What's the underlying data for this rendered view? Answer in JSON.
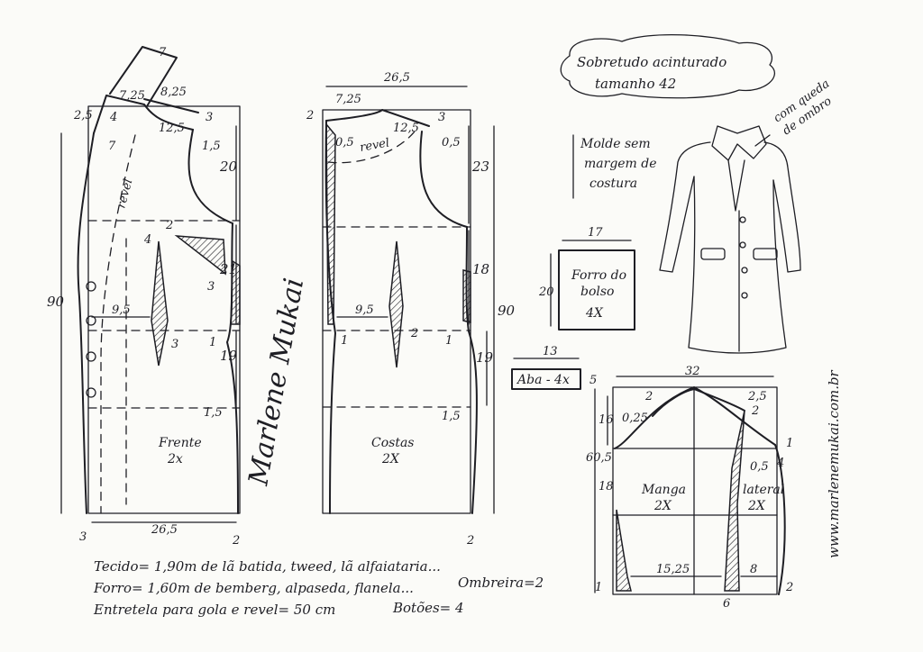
{
  "title": {
    "line1": "Sobretudo acinturado",
    "line2": "tamanho 42"
  },
  "notes": {
    "no_seam": [
      "Molde sem",
      "margem de",
      "costura"
    ],
    "shoulder": [
      "com queda",
      "de ombro"
    ]
  },
  "pieces": {
    "front": {
      "name": "Frente",
      "qty": "2x",
      "facing": "revel"
    },
    "back": {
      "name": "Costas",
      "qty": "2X",
      "facing": "revel"
    },
    "pocket_lining": {
      "name": [
        "Forro do",
        "bolso"
      ],
      "qty": "4X"
    },
    "flap": {
      "name": "Aba - 4x"
    },
    "sleeve": {
      "name": "Manga",
      "qty": "2X"
    },
    "side": {
      "name": "lateral",
      "qty": "2X"
    }
  },
  "front_measures": {
    "collar_w": "7",
    "top_a": "7,25",
    "top_b": "8,25",
    "left_a": "2,5",
    "collar_in": "4",
    "neck_d": "7",
    "shoulder": "12,5",
    "sh_drop": "3",
    "arm_in": "1,5",
    "armhole": "20",
    "waist": "21",
    "hip": "19",
    "hem_in": "1,5",
    "dart_w": "2",
    "dart_top": "4",
    "dart_side": "3",
    "dart_low": "3",
    "dart_dist": "9,5",
    "waist_in": "1",
    "total": "90",
    "width": "26,5",
    "hem_left": "3",
    "hem_right": "2"
  },
  "back_measures": {
    "width_top": "26,5",
    "neck_w": "7,25",
    "neck_l": "2",
    "shoulder": "12,5",
    "sh_drop": "3",
    "neck_in": "0,5",
    "arm_in": "0,5",
    "armhole": "23",
    "waist": "18",
    "hip": "19",
    "total": "90",
    "dart_dist": "9,5",
    "dart_in": "1",
    "dart_out": "2",
    "side_in": "1",
    "hem_in": "1,5",
    "hem_right": "2"
  },
  "pocket_measures": {
    "w": "17",
    "h": "20",
    "flap_w": "13",
    "flap_h": "5"
  },
  "sleeve_measures": {
    "width": "32",
    "cap_l": "2",
    "cap_r": "2,5",
    "cap_r2": "2",
    "cap_h": "16",
    "cap_in": "0,25",
    "total_h": "60,5",
    "lower_h": "18",
    "hem_w": "15,25",
    "hem_side": "8",
    "elbow_in": "0,5",
    "side_r": "1",
    "side_r2": "4",
    "bot_l": "1",
    "bot_r": "2",
    "bot_mid": "6"
  },
  "materials": [
    "Tecido= 1,90m de lã batida, tweed, lã alfaiataria...",
    "Forro= 1,60m de bemberg, alpaseda, flanela...",
    "Entretela para gola e revel= 50 cm"
  ],
  "extras": {
    "pads": "Ombreira=2",
    "buttons": "Botões= 4"
  },
  "signature": "Marlene Mukai",
  "website": "www.marlenemukai.com.br"
}
